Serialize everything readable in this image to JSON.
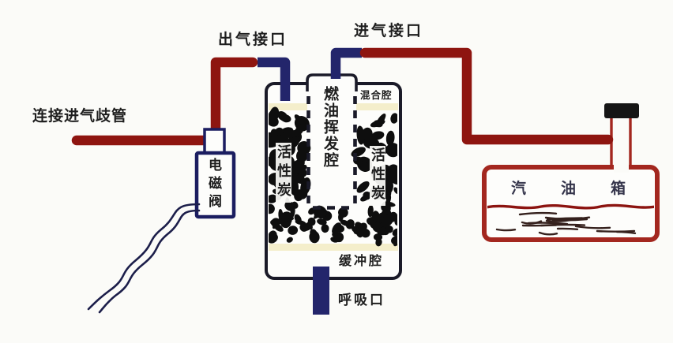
{
  "diagram": {
    "labels": {
      "outlet_port": "出气接口",
      "inlet_port": "进气接口",
      "intake_manifold": "连接进气歧管",
      "solenoid_valve": "电磁阀",
      "fuel_evaporation_chamber": "燃油挥发腔",
      "mixing_chamber": "混合腔",
      "activated_carbon": "活性炭",
      "buffer_chamber": "缓冲腔",
      "breather_port": "呼吸口",
      "fuel_tank": "汽油箱"
    },
    "colors": {
      "background": "#fbfbf8",
      "pipe_red": "#8e1510",
      "pipe_blue": "#23256b",
      "component_border": "#1b1d60",
      "canister_border": "#1a1a28",
      "tank_red": "#a3271f",
      "carbon_black": "#0e0e0e",
      "cream_band": "#f4eecb",
      "cap_black": "#151515",
      "fuel_stroke": "#35211d",
      "fuel_level": "#8c1410",
      "label_text": "#1e1e1e"
    }
  }
}
